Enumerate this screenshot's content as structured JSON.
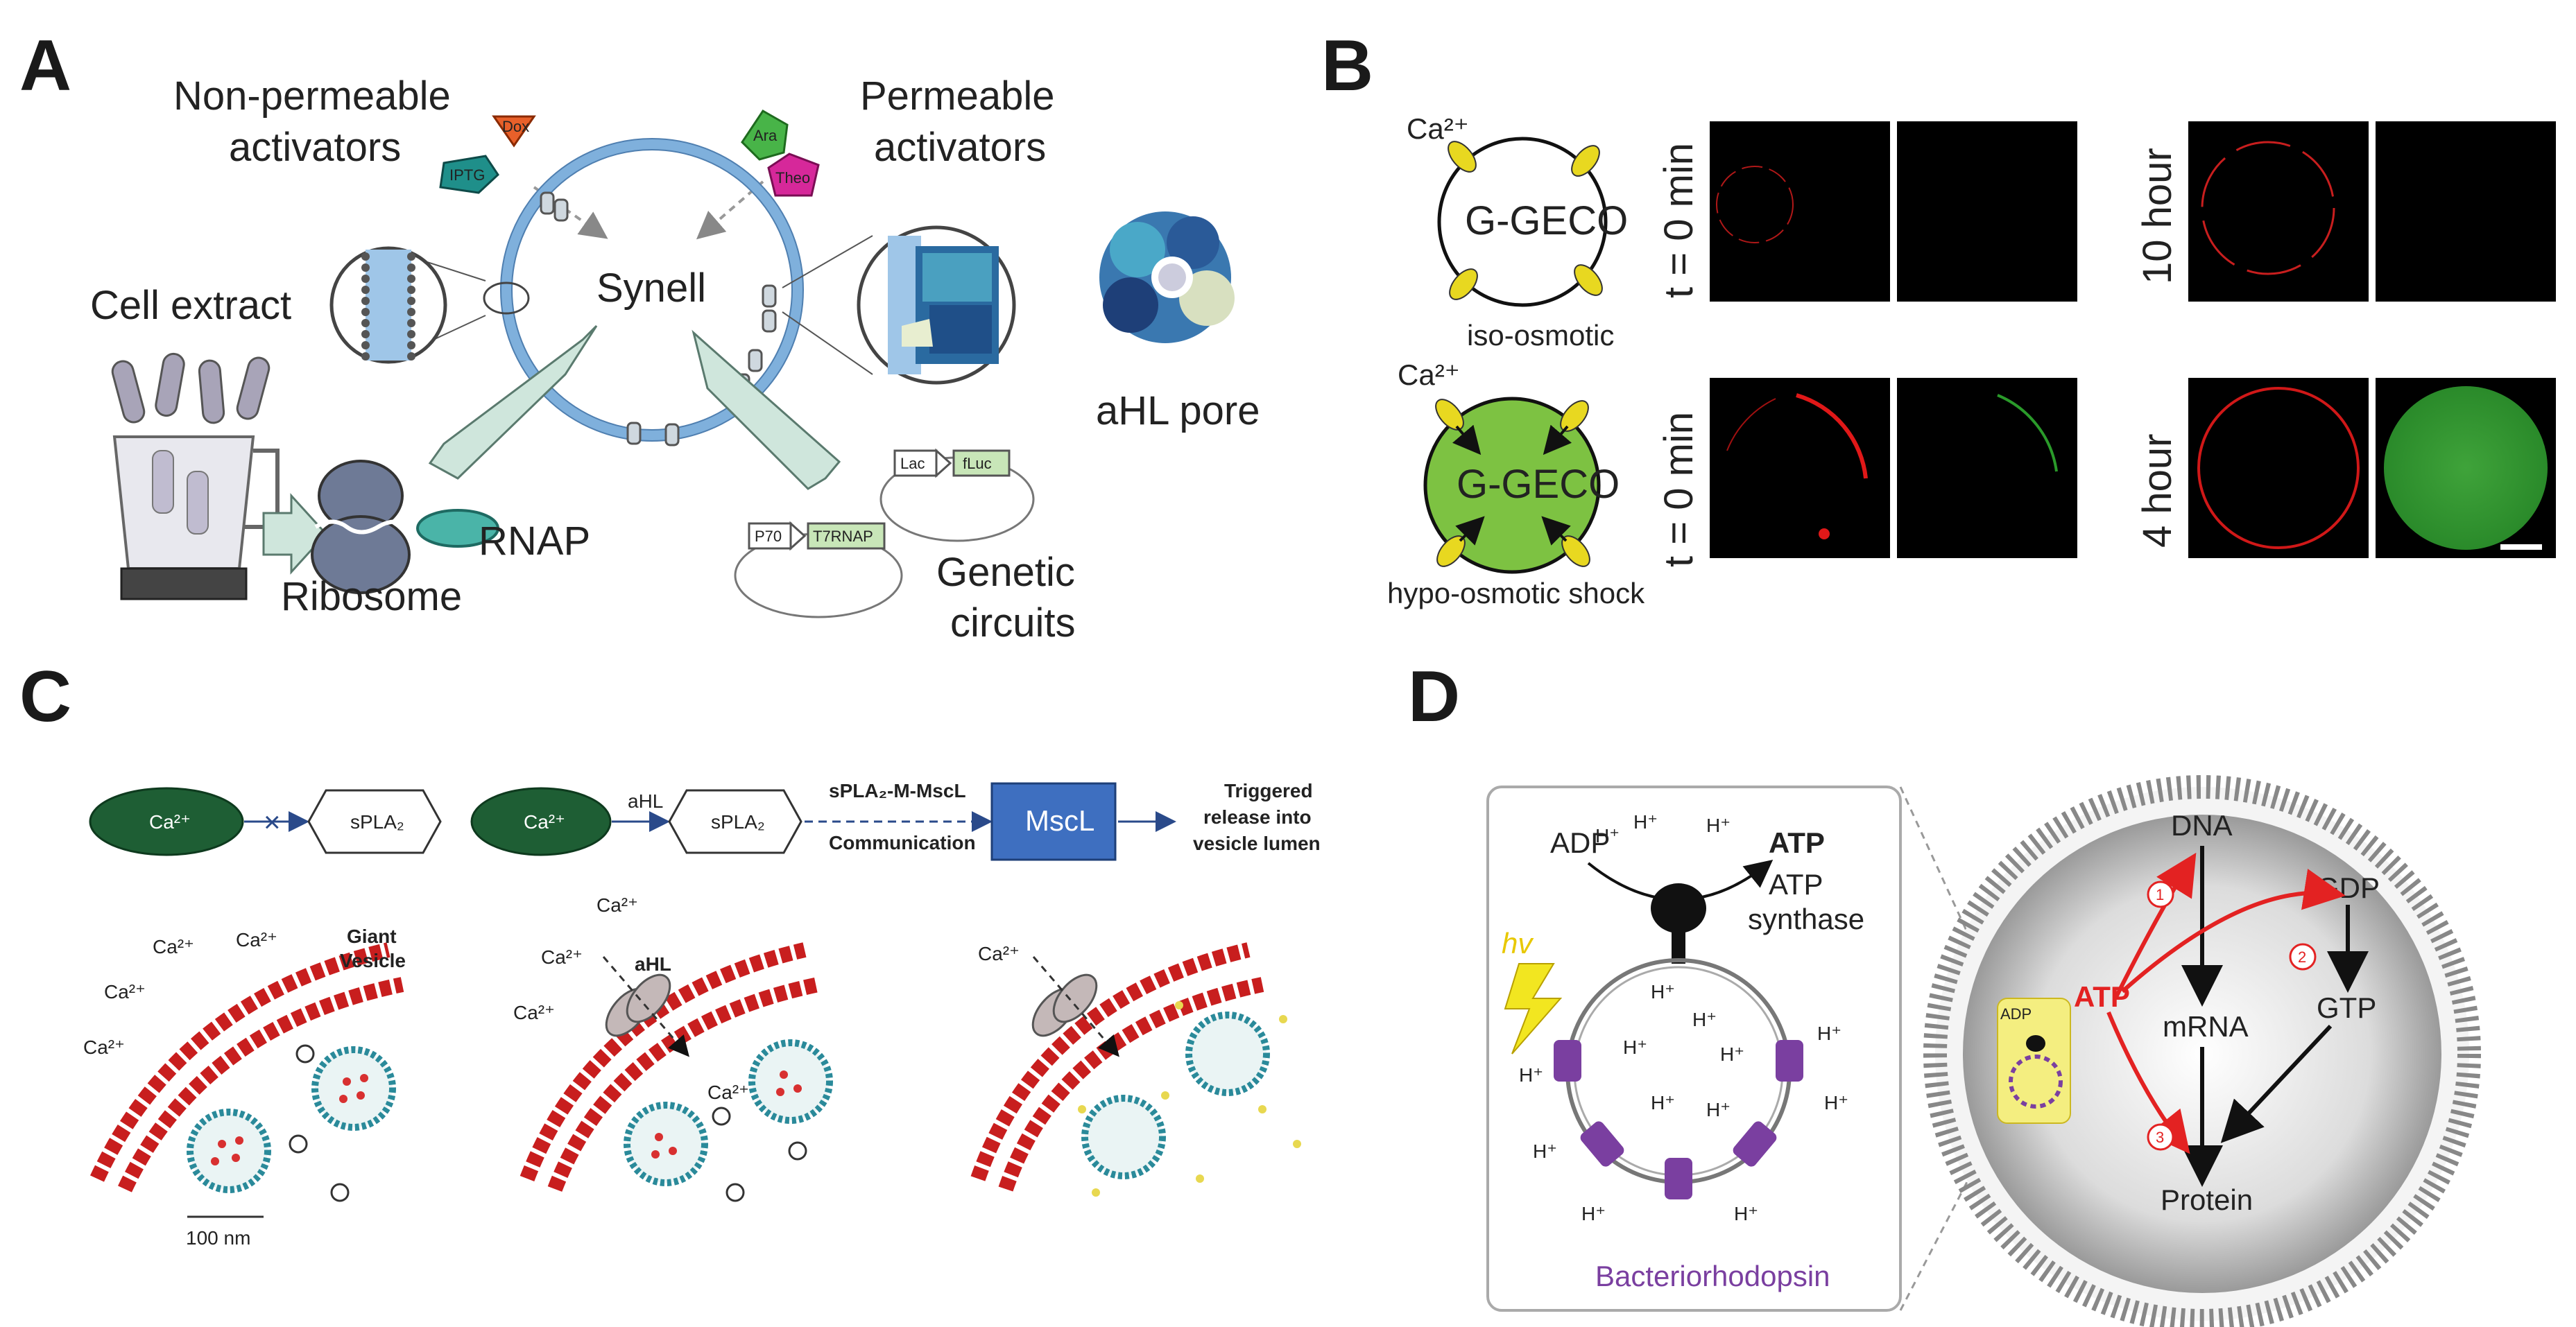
{
  "panels": {
    "a": {
      "letter": "A",
      "non_permeable_activators": [
        "Non-permeable",
        "activators"
      ],
      "permeable_activators": [
        "Permeable",
        "activators"
      ],
      "synell": "Synell",
      "cell_extract": "Cell extract",
      "ribosome": "Ribosome",
      "rnap": "RNAP",
      "ahl_pore": "aHL pore",
      "genetic_circuits": [
        "Genetic",
        "circuits"
      ],
      "molecules": {
        "dox": "Dox",
        "iptg": "IPTG",
        "ara": "Ara",
        "theo": "Theo"
      },
      "parts": {
        "lac": "Lac",
        "fluc": "fLuc",
        "p70": "P70",
        "t7rnap": "T7RNAP"
      }
    },
    "b": {
      "letter": "B",
      "ca": "Ca²⁺",
      "ggeco": "G-GECO",
      "iso_osmotic": "iso-osmotic",
      "hypo_osmotic": "hypo-osmotic shock",
      "t0_top": "t = 0 min",
      "t0_bottom": "t = 0 min",
      "hour_top": "10 hour",
      "hour_bottom": "4 hour"
    },
    "c": {
      "letter": "C",
      "ca": "Ca²⁺",
      "spla2": "sPLA₂",
      "ahl": "aHL",
      "spla2_m_mscl": "sPLA₂-M-MscL",
      "communication": "Communication",
      "mscl": "MscL",
      "triggered": [
        "Triggered",
        "release into",
        "vesicle lumen"
      ],
      "giant_vesicle": [
        "Giant",
        "Vesicle"
      ],
      "scale": "100 nm"
    },
    "d": {
      "letter": "D",
      "adp": "ADP",
      "atp": "ATP",
      "atp_synthase": [
        "ATP",
        "synthase"
      ],
      "hv": "hv",
      "h_plus": "H⁺",
      "bacteriorhodopsin": "Bacteriorhodopsin",
      "dna": "DNA",
      "mrna": "mRNA",
      "protein": "Protein",
      "gdp": "GDP",
      "gtp": "GTP",
      "steps": [
        "1",
        "2",
        "3"
      ]
    }
  },
  "colors": {
    "membrane_blue": "#7fb0dc",
    "arrow_mint": "#cfe6dc",
    "ca_green": "#1e5e34",
    "mscl_blue": "#3e6fc0",
    "lipid_red": "#c81e1e",
    "ggeco_green": "#7dc242",
    "purple": "#7a3fa0",
    "atp_red": "#e32222"
  }
}
